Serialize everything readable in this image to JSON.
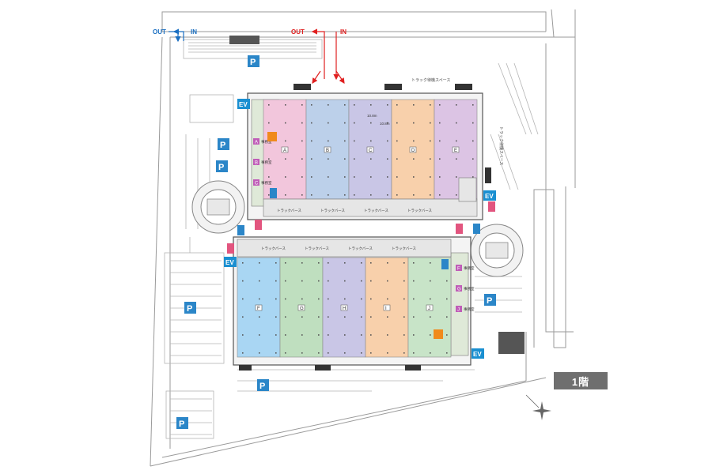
{
  "floor_label": "1階",
  "access": {
    "left_out": "OUT",
    "left_in": "IN",
    "top_out": "OUT",
    "top_in": "IN"
  },
  "labels": {
    "truck_wait_top": "トラック待機スペース",
    "truck_wait_right": "トラック待機スペース",
    "truck_berth": "トラックバース",
    "ev": "EV",
    "parking": "P",
    "office": "事務室",
    "dim_a": "10.8m",
    "dim_b": "10.8m"
  },
  "upper_zones": [
    {
      "letter": "A",
      "color": "#f2c6dc"
    },
    {
      "letter": "B",
      "color": "#bcd0ea"
    },
    {
      "letter": "C",
      "color": "#c9c6e6"
    },
    {
      "letter": "D",
      "color": "#f8d0ab"
    },
    {
      "letter": "E",
      "color": "#dcc4e4"
    }
  ],
  "lower_zones": [
    {
      "letter": "F",
      "color": "#a9d6f3"
    },
    {
      "letter": "G",
      "color": "#bfdfbf"
    },
    {
      "letter": "H",
      "color": "#c9c6e6"
    },
    {
      "letter": "I",
      "color": "#f8d0ab"
    },
    {
      "letter": "J",
      "color": "#c8e4c8"
    }
  ],
  "office_tags_left": [
    "A",
    "B",
    "C"
  ],
  "office_tags_right": [
    "F",
    "G",
    "J"
  ],
  "colors": {
    "ev": "#1a8fd1",
    "parking": "#2b86c8",
    "restroom_female": "#e2557f",
    "restroom_male": "#2b86c8",
    "access_red": "#e02020",
    "access_blue": "#1a6fc1"
  }
}
